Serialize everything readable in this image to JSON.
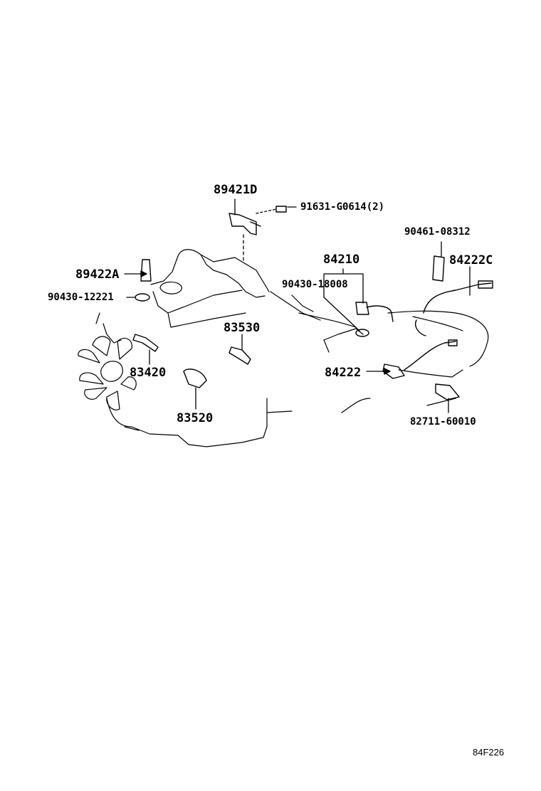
{
  "parts": {
    "p89421D": "89421D",
    "p91631": "91631-G0614(2)",
    "p90461": "90461-08312",
    "p84210": "84210",
    "p84222C": "84222C",
    "p89422A": "89422A",
    "p90430_18008": "90430-18008",
    "p90430_12221": "90430-12221",
    "p83530": "83530",
    "p83420": "83420",
    "p84222": "84222",
    "p83520": "83520",
    "p82711": "82711-60010"
  },
  "figure_ref": "84F226"
}
